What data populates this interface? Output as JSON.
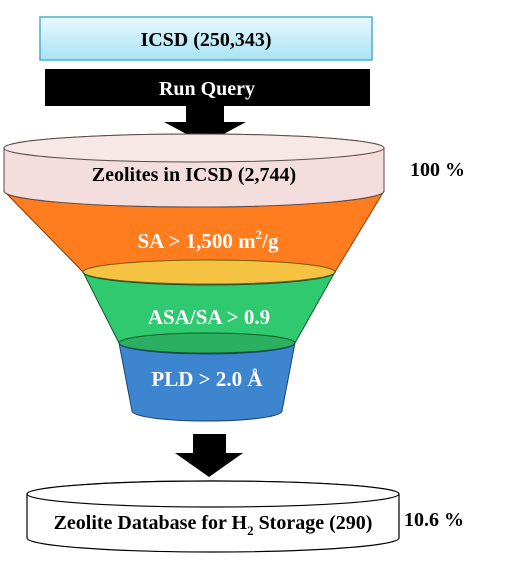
{
  "colors": {
    "icsd_box_top": "#e9f9ff",
    "icsd_box_bottom": "#a9e3f4",
    "icsd_box_border": "#4aaed1",
    "run_query_bg": "#000000",
    "arrow": "#000000",
    "zeolites_disk": "#f3dedd",
    "sa_funnel": "#ff7c1f",
    "asa_funnel": "#2fc96f",
    "pld_funnel": "#3d86cf",
    "database_disk": "#ffffff"
  },
  "icsd": {
    "label": "ICSD (250,343)"
  },
  "run_query": {
    "label": "Run Query"
  },
  "zeolites": {
    "label": "Zeolites in ICSD (2,744)",
    "percent": "100 %"
  },
  "filters": {
    "sa": {
      "prefix": "SA >  1,500 m",
      "sup": "2",
      "suffix": "/g"
    },
    "asa": {
      "label": "ASA/SA > 0.9"
    },
    "pld": {
      "label": "PLD >  2.0 Å"
    }
  },
  "database": {
    "prefix": "Zeolite Database for H",
    "sub": "2",
    "suffix": " Storage (290)",
    "percent": "10.6 %"
  }
}
